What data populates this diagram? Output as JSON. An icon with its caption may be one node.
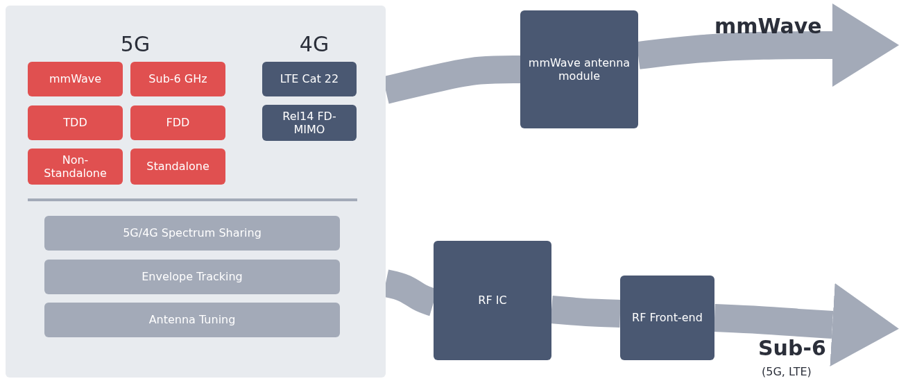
{
  "diagram": {
    "nodes": [
      {
        "text": [
          "5G",
          "4G"
        ]
      },
      {
        "text": [
          "mmWave"
        ],
        "in": 0
      },
      {
        "text": [
          "Sub-6 GHz"
        ],
        "in": 0
      },
      {
        "text": [
          "TDD"
        ],
        "in": 0
      },
      {
        "text": [
          "FDD"
        ],
        "in": 0
      },
      {
        "text": [
          "Non-Standalone"
        ],
        "in": 0
      },
      {
        "text": [
          "Standalone"
        ],
        "in": 0
      },
      {
        "text": [
          "LTE Cat 22"
        ],
        "in": 0
      },
      {
        "text": [
          "Rel14 FD-MIMO"
        ],
        "in": 0
      },
      {
        "text": [
          "5G/4G Spectrum Sharing"
        ],
        "in": 0
      },
      {
        "text": [
          "Envelope Tracking"
        ],
        "in": 0
      },
      {
        "text": [
          "Antenna Tuning"
        ],
        "in": 0
      },
      {
        "text": [
          "mmWave antenna module"
        ]
      },
      {
        "text": [
          "RF IC"
        ]
      },
      {
        "text": [
          "RF Front-end"
        ]
      }
    ],
    "edges": [
      {
        "from": 0,
        "to": 12,
        "arrow": "none"
      },
      {
        "from": 12,
        "to": null,
        "arrow": "to",
        "label": "mmWave"
      },
      {
        "from": 0,
        "to": 13,
        "arrow": "none"
      },
      {
        "from": 13,
        "to": 14,
        "arrow": "none"
      },
      {
        "from": 14,
        "to": null,
        "arrow": "to",
        "label": "Sub-6"
      }
    ],
    "labels": [
      "(5G, LTE)"
    ]
  }
}
